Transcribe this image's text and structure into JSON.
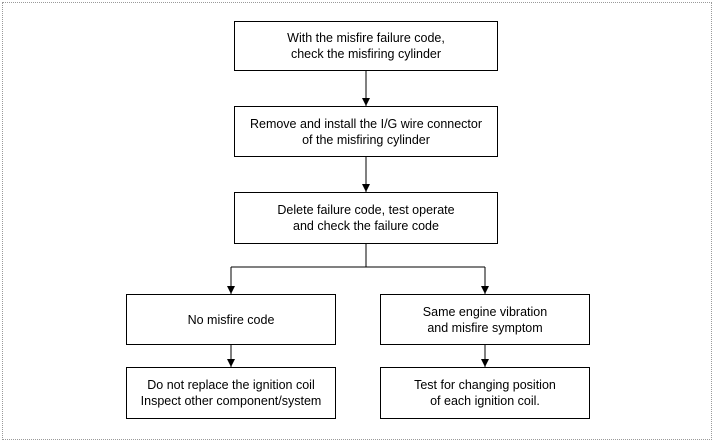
{
  "flowchart": {
    "step1": [
      "With the misfire failure code,",
      "check the misfiring cylinder"
    ],
    "step2": [
      "Remove and install the I/G wire connector",
      "of the misfiring cylinder"
    ],
    "step3": [
      "Delete failure code, test operate",
      "and check the  failure code"
    ],
    "left_branch": [
      "No misfire code"
    ],
    "right_branch": [
      "Same engine vibration",
      "and misfire symptom"
    ],
    "left_result": [
      "Do not replace the ignition coil",
      "Inspect other component/system"
    ],
    "right_result": [
      "Test for changing position",
      "of each ignition coil."
    ]
  }
}
